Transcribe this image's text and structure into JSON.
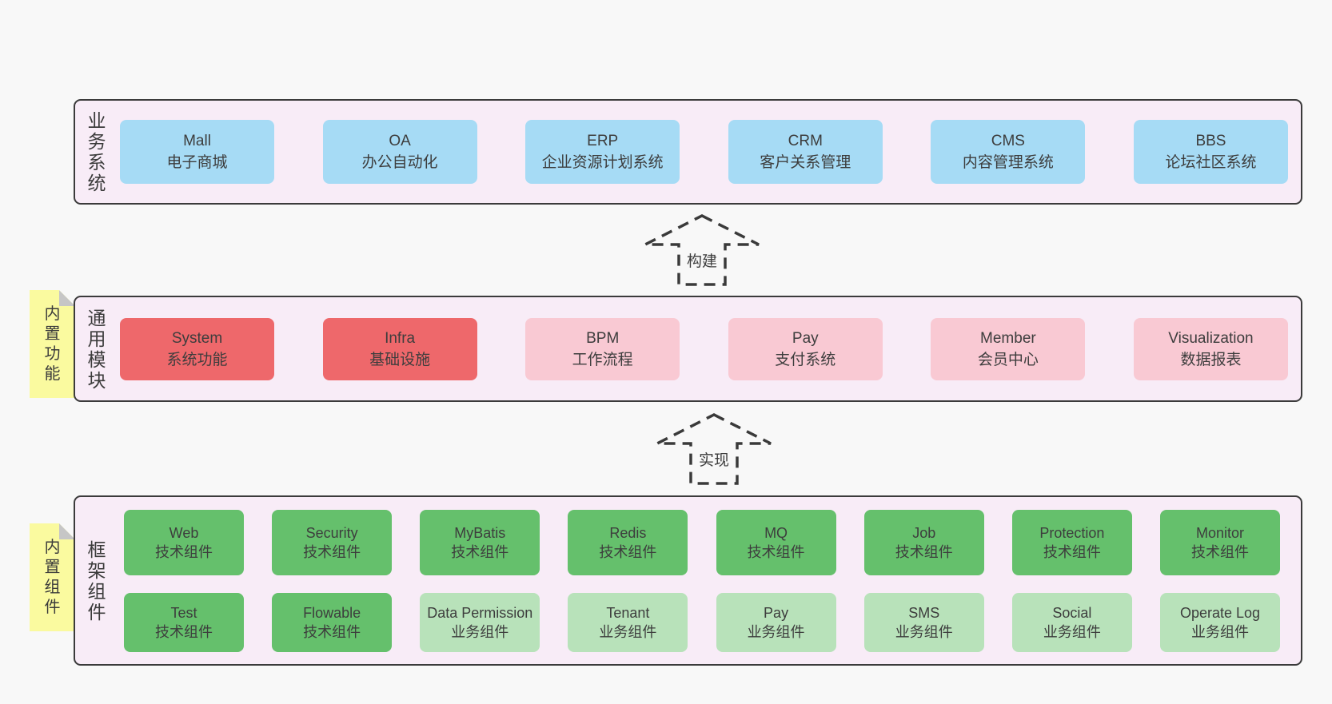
{
  "colors": {
    "page_background": "#f8f8f8",
    "layer_background": "#f8ecf7",
    "layer_border": "#3b3b3b",
    "box_blue": "#a6dbf5",
    "box_red": "#ee686b",
    "box_pink": "#f9c9d3",
    "box_green": "#65c06c",
    "box_light_green": "#b8e2ba",
    "sticky_yellow": "#fafa9f",
    "sticky_fold_gray": "#c6c6c6",
    "text": "#3d3d3d"
  },
  "layers": {
    "business": {
      "label": "业务系统",
      "boxes": [
        {
          "name": "Mall",
          "subtitle": "电子商城",
          "variant": "blue"
        },
        {
          "name": "OA",
          "subtitle": "办公自动化",
          "variant": "blue"
        },
        {
          "name": "ERP",
          "subtitle": "企业资源计划系统",
          "variant": "blue"
        },
        {
          "name": "CRM",
          "subtitle": "客户关系管理",
          "variant": "blue"
        },
        {
          "name": "CMS",
          "subtitle": "内容管理系统",
          "variant": "blue"
        },
        {
          "name": "BBS",
          "subtitle": "论坛社区系统",
          "variant": "blue"
        }
      ]
    },
    "modules": {
      "label": "通用模块",
      "sticky": "内置功能",
      "boxes": [
        {
          "name": "System",
          "subtitle": "系统功能",
          "variant": "red"
        },
        {
          "name": "Infra",
          "subtitle": "基础设施",
          "variant": "red"
        },
        {
          "name": "BPM",
          "subtitle": "工作流程",
          "variant": "pink"
        },
        {
          "name": "Pay",
          "subtitle": "支付系统",
          "variant": "pink"
        },
        {
          "name": "Member",
          "subtitle": "会员中心",
          "variant": "pink"
        },
        {
          "name": "Visualization",
          "subtitle": "数据报表",
          "variant": "pink"
        }
      ]
    },
    "components": {
      "label": "框架组件",
      "sticky": "内置组件",
      "rows": [
        [
          {
            "name": "Web",
            "subtitle": "技术组件",
            "variant": "green"
          },
          {
            "name": "Security",
            "subtitle": "技术组件",
            "variant": "green"
          },
          {
            "name": "MyBatis",
            "subtitle": "技术组件",
            "variant": "green"
          },
          {
            "name": "Redis",
            "subtitle": "技术组件",
            "variant": "green"
          },
          {
            "name": "MQ",
            "subtitle": "技术组件",
            "variant": "green"
          },
          {
            "name": "Job",
            "subtitle": "技术组件",
            "variant": "green"
          },
          {
            "name": "Protection",
            "subtitle": "技术组件",
            "variant": "green"
          },
          {
            "name": "Monitor",
            "subtitle": "技术组件",
            "variant": "green"
          }
        ],
        [
          {
            "name": "Test",
            "subtitle": "技术组件",
            "variant": "green"
          },
          {
            "name": "Flowable",
            "subtitle": "技术组件",
            "variant": "green"
          },
          {
            "name": "Data Permission",
            "subtitle": "业务组件",
            "variant": "lightgreen"
          },
          {
            "name": "Tenant",
            "subtitle": "业务组件",
            "variant": "lightgreen"
          },
          {
            "name": "Pay",
            "subtitle": "业务组件",
            "variant": "lightgreen"
          },
          {
            "name": "SMS",
            "subtitle": "业务组件",
            "variant": "lightgreen"
          },
          {
            "name": "Social",
            "subtitle": "业务组件",
            "variant": "lightgreen"
          },
          {
            "name": "Operate Log",
            "subtitle": "业务组件",
            "variant": "lightgreen"
          }
        ]
      ]
    }
  },
  "arrows": {
    "build": {
      "label": "构建"
    },
    "implement": {
      "label": "实现"
    }
  }
}
